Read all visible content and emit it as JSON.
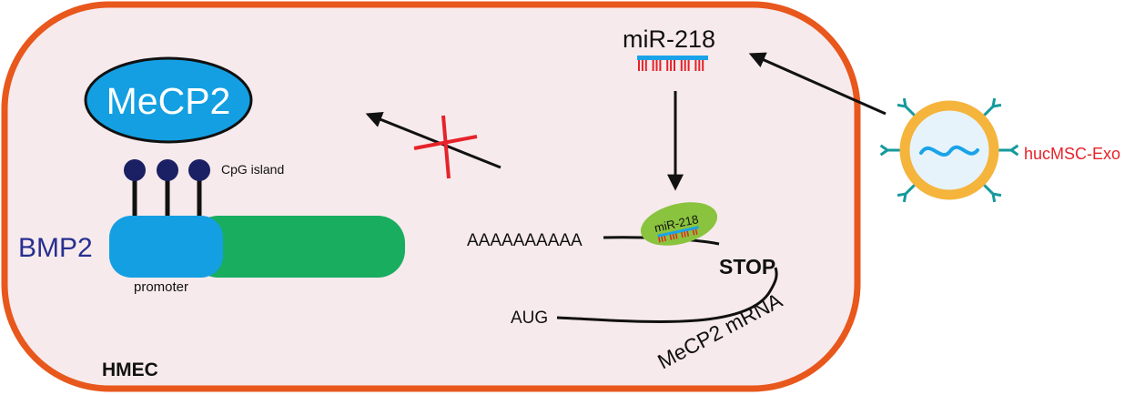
{
  "colors": {
    "cell_border": "#e8571c",
    "cell_fill": "#f7eaec",
    "protein_blue": "#149fe2",
    "gene_green": "#19ad5f",
    "cpg_dot": "#1b1f63",
    "bmp2_text": "#262f8f",
    "mirna_red": "#e5232a",
    "mirna_bar": "#1aa3e8",
    "ago_green": "#8ac33d",
    "exo_orange": "#f5b43c",
    "exo_inner": "#e6f3fb",
    "exo_spike": "#159a9c",
    "arrow": "#111111",
    "inhibit_x": "#e5232a"
  },
  "labels": {
    "mecp2_protein": "MeCP2",
    "cpg_island": "CpG island",
    "bmp2": "BMP2",
    "promoter": "promoter",
    "cell": "HMEC",
    "mirna": "miR-218",
    "mirna_bound": "miR-218",
    "poly_a": "AAAAAAAAAA",
    "stop": "STOP",
    "aug": "AUG",
    "mrna": "MeCP2 mRNA",
    "exosome": "hucMSC-Exo"
  }
}
